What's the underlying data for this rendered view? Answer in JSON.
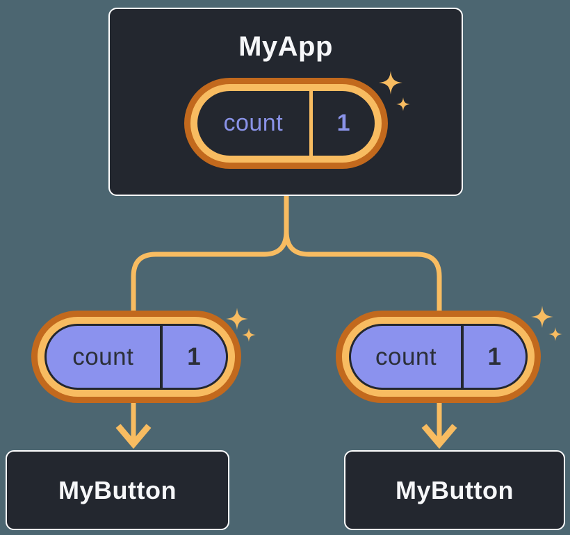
{
  "diagram": {
    "description": "React component tree sharing state",
    "background_color": "#4c6671",
    "root": {
      "title": "MyApp",
      "state": {
        "label": "count",
        "value": "1"
      }
    },
    "children": [
      {
        "title": "MyButton",
        "props": {
          "label": "count",
          "value": "1"
        }
      },
      {
        "title": "MyButton",
        "props": {
          "label": "count",
          "value": "1"
        }
      }
    ],
    "colors": {
      "node_fill": "#23272f",
      "node_border": "#ffffff",
      "node_text": "#f6f7f9",
      "ring_outer_orange": "#c2691d",
      "ring_inner_orange": "#f8bc61",
      "edge_orange": "#f8bc61",
      "sparkle_orange": "#f8bc61",
      "props_pill_fill": "#8b92ee",
      "state_text_purple": "#8a93e8",
      "props_text_dark": "#2b2f38"
    }
  }
}
